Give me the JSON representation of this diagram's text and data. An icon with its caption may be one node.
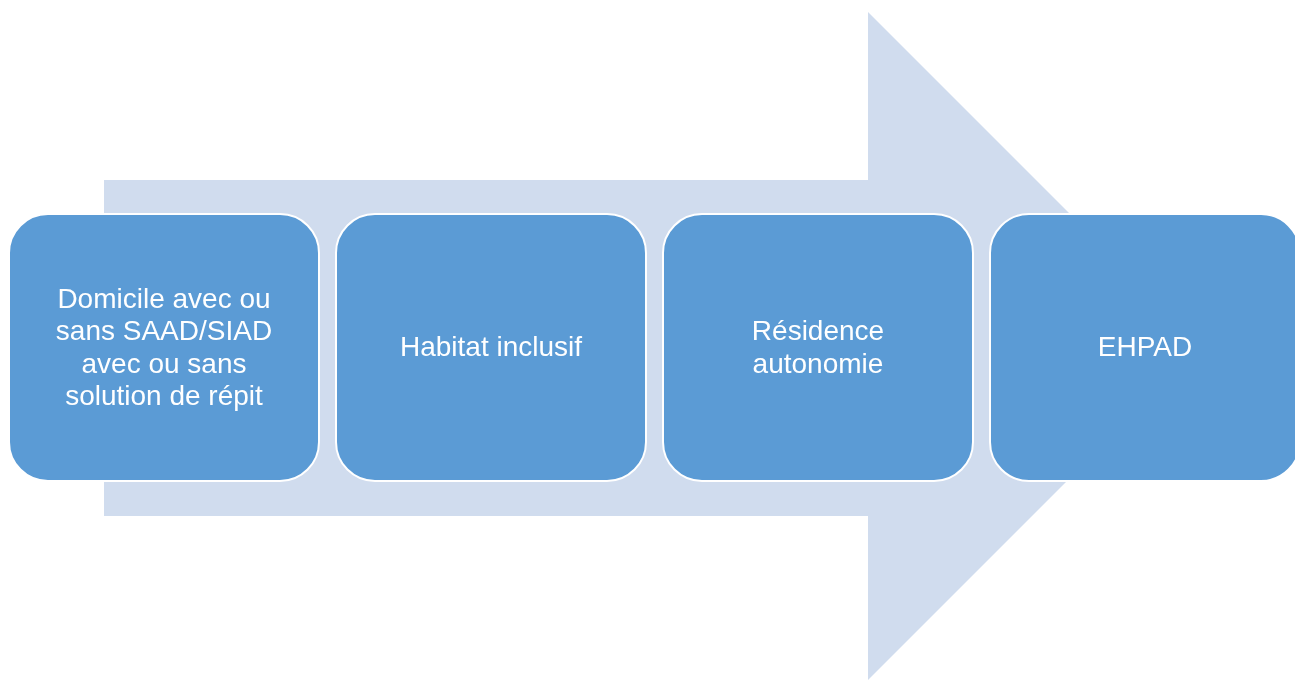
{
  "diagram": {
    "nodes": [
      {
        "text": [
          "Domicile avec ou sans SAAD/SIAD avec ou sans solution de répit"
        ]
      },
      {
        "text": [
          "Habitat inclusif"
        ]
      },
      {
        "text": [
          "Résidence autonomie"
        ]
      },
      {
        "text": [
          "EHPAD"
        ]
      }
    ],
    "edges": [
      {
        "from": 0,
        "to": 3,
        "arrow": "to"
      }
    ]
  }
}
